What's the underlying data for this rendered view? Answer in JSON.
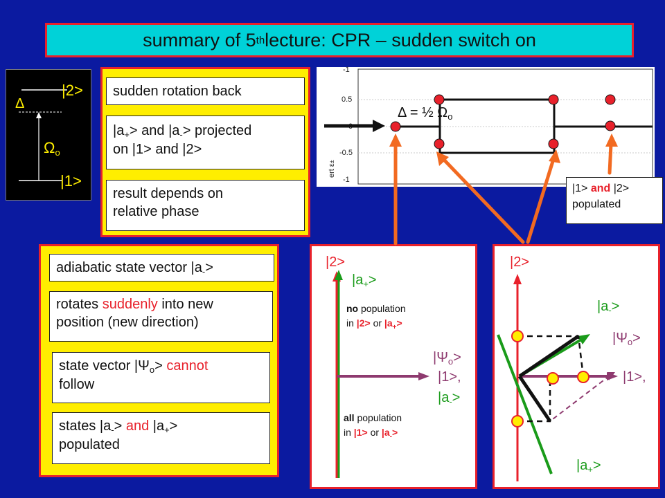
{
  "title": {
    "pre": "summary of 5",
    "sup": "th",
    "post": " lecture: CPR – sudden switch on"
  },
  "levels": {
    "upper": "|2>",
    "lower": "|1>",
    "delta": "Δ",
    "omega": "Ω",
    "omega_sub": "o"
  },
  "top_panel": {
    "box1": "sudden rotation back",
    "box2": {
      "a": "|a",
      "plus": "+",
      "b": "> and |a",
      "minus": "-",
      "c": "> projected",
      "d": "on |1> and |2>"
    },
    "box3": {
      "line1": "result depends on",
      "line2": "relative phase"
    }
  },
  "bottom_panel": {
    "box1": {
      "a": "adiabatic state vector |a",
      "minus": "-",
      "b": ">"
    },
    "box2": {
      "a": "rotates ",
      "red": "suddenly",
      "b": " into new",
      "line2": "position (new direction)"
    },
    "box3": {
      "a": "state vector |Ψ",
      "sub": "o",
      "b": "> ",
      "red": "cannot",
      "line2": "follow"
    },
    "box4": {
      "a": "states |a",
      "minus": "-",
      "b": ">  ",
      "red": "and",
      "c": "  |a",
      "plus": "+",
      "d": ">",
      "line2": "populated"
    }
  },
  "plot": {
    "ticks": [
      "-1",
      "0.5",
      "0",
      "-0.5",
      "-1"
    ],
    "ylabel": "ert ε",
    "ylabel_sub": "±",
    "annotation": {
      "a": "Δ = ½ Ω",
      "sub": "o"
    }
  },
  "callout": {
    "a": "|1> ",
    "bold": "and",
    "b": " |2>",
    "line2": "populated"
  },
  "left_diagram": {
    "axis_top": "|2>",
    "a_plus": "|a+>",
    "note_top": {
      "bold": "no",
      "a": " population",
      "b": "in ",
      "red": "|2>",
      "c": "  or ",
      "red2": "|a+>"
    },
    "psi": "|Ψo>",
    "one": "|1>,",
    "a_minus": "|a->",
    "note_bottom": {
      "bold": "all",
      "a": " population",
      "b": "in ",
      "red": "|1>",
      "c": "  or ",
      "red2": "|a->"
    }
  },
  "right_diagram": {
    "axis_top": "|2>",
    "a_minus": "|a->",
    "psi": "|Ψo>",
    "one": "|1>,",
    "a_plus": "|a+>"
  }
}
